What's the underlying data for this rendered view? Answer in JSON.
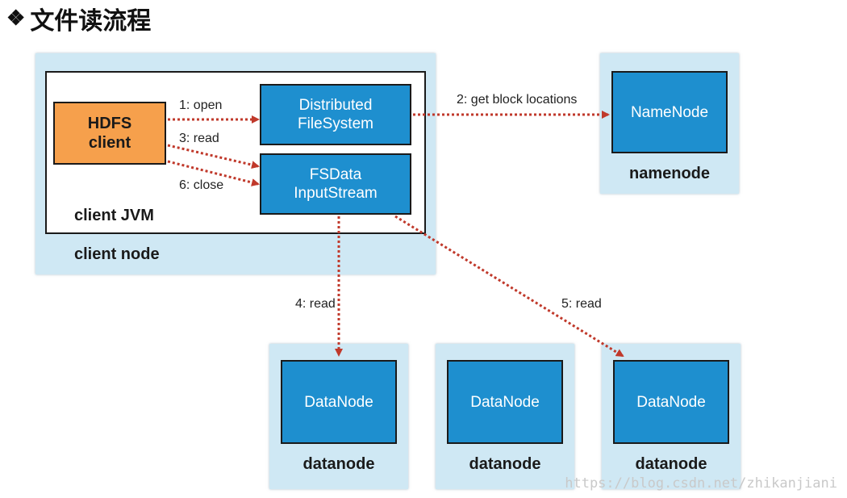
{
  "heading": {
    "bullet": "❖",
    "text": "文件读流程"
  },
  "client_node": {
    "label": "client node",
    "jvm_label": "client JVM",
    "hdfs_client": {
      "line1": "HDFS",
      "line2": "client"
    },
    "distributed_fs": {
      "line1": "Distributed",
      "line2": "FileSystem"
    },
    "fsdata_stream": {
      "line1": "FSData",
      "line2": "InputStream"
    }
  },
  "namenode": {
    "box_label": "NameNode",
    "caption": "namenode"
  },
  "datanodes": [
    {
      "box_label": "DataNode",
      "caption": "datanode"
    },
    {
      "box_label": "DataNode",
      "caption": "datanode"
    },
    {
      "box_label": "DataNode",
      "caption": "datanode"
    }
  ],
  "steps": {
    "open": "1: open",
    "get_block_locations": "2: get block locations",
    "read3": "3: read",
    "read4": "4: read",
    "read5": "5: read",
    "close": "6: close"
  },
  "colors": {
    "panel": "#cfe8f4",
    "node_box": "#1e8fcf",
    "client_box": "#f6a04c",
    "arrow": "#c0392b"
  },
  "watermark": "https://blog.csdn.net/zhikanjiani"
}
